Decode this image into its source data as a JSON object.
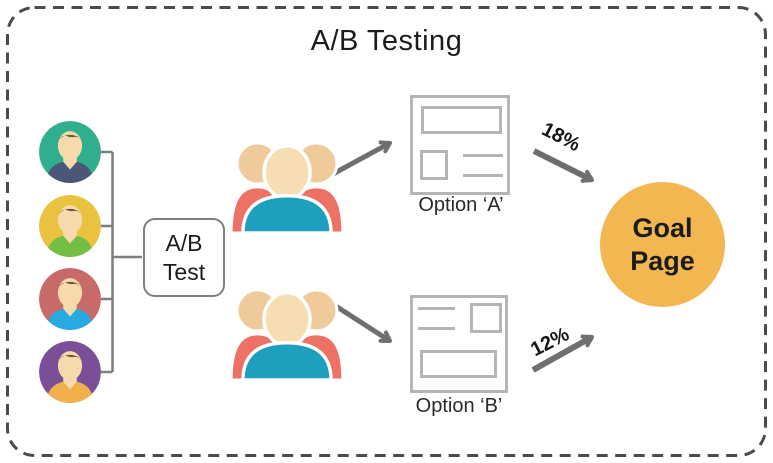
{
  "title": "A/B Testing",
  "test_box": {
    "label": "A/B\nTest"
  },
  "variants": [
    {
      "label": "Option ‘A’",
      "conversion": "18%"
    },
    {
      "label": "Option ‘B’",
      "conversion": "12%"
    }
  ],
  "goal": {
    "label": "Goal\nPage"
  },
  "colors": {
    "frame_border": "#4b4b4b",
    "connector_gray": "#7e7e7e",
    "arrow_gray": "#6f6f6f",
    "wireframe_gray": "#b5b5b5",
    "goal_circle": "#F2B751",
    "group_front_body": "#1E9FBE",
    "group_back_body": "#ED7164",
    "group_front_head": "#F6DDB2",
    "group_back_head": "#EFCB9C",
    "avatar_skin": "#F6DAAB",
    "avatar_hair": "#6C5839",
    "avatars": [
      {
        "background": "#2FAF8E",
        "shirt": "#4C5677"
      },
      {
        "background": "#E9C340",
        "shirt": "#72BF44"
      },
      {
        "background": "#C96A6A",
        "shirt": "#27A9E1"
      },
      {
        "background": "#7A4F98",
        "shirt": "#F2B04A"
      }
    ]
  }
}
